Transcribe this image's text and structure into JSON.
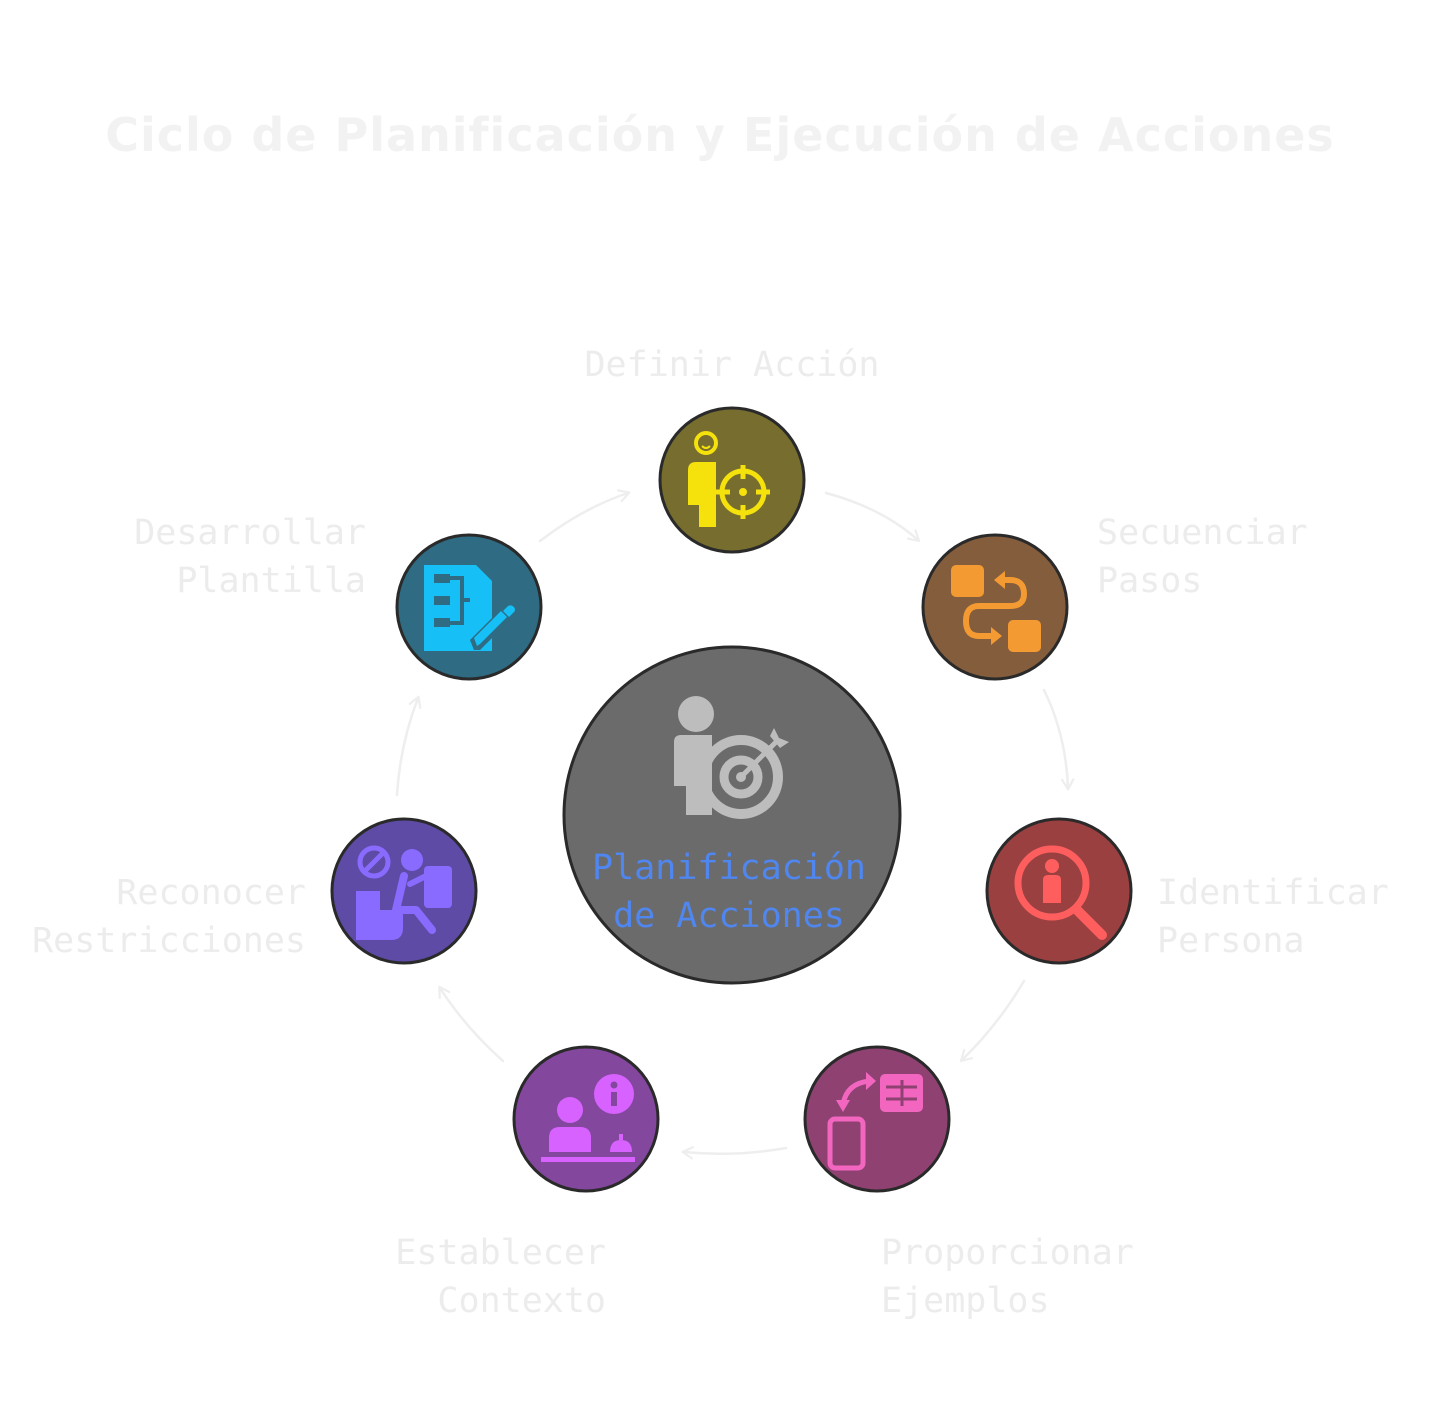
{
  "title": "Ciclo de Planificación y Ejecución de Acciones",
  "center": {
    "line1": "Planificación",
    "line2": "de Acciones",
    "color": "#6b6b6b",
    "icon": "person-target-icon"
  },
  "nodes": [
    {
      "id": "definir",
      "line1": "Definir Acción",
      "line2": "",
      "color": "#766d2f",
      "icon_color": "#f5e10c",
      "icon": "person-crosshair-icon"
    },
    {
      "id": "secuenciar",
      "line1": "Secuenciar",
      "line2": "Pasos",
      "color": "#835d3c",
      "icon_color": "#f49a33",
      "icon": "sequence-steps-icon"
    },
    {
      "id": "identificar",
      "line1": "Identificar",
      "line2": "Persona",
      "color": "#9b4040",
      "icon_color": "#ff5e5e",
      "icon": "person-search-icon"
    },
    {
      "id": "proporcionar",
      "line1": "Proporcionar",
      "line2": "Ejemplos",
      "color": "#8f4272",
      "icon_color": "#f266c0",
      "icon": "device-transfer-icon"
    },
    {
      "id": "establecer",
      "line1": "Establecer",
      "line2": "Contexto",
      "color": "#83479d",
      "icon_color": "#d762ff",
      "icon": "info-desk-icon"
    },
    {
      "id": "reconocer",
      "line1": "Reconocer",
      "line2": "Restricciones",
      "color": "#5e4ba6",
      "icon_color": "#8a6bff",
      "icon": "restricted-person-icon"
    },
    {
      "id": "desarrollar",
      "line1": "Desarrollar",
      "line2": "Plantilla",
      "color": "#2f6b82",
      "icon_color": "#16bff5",
      "icon": "template-edit-icon"
    }
  ]
}
